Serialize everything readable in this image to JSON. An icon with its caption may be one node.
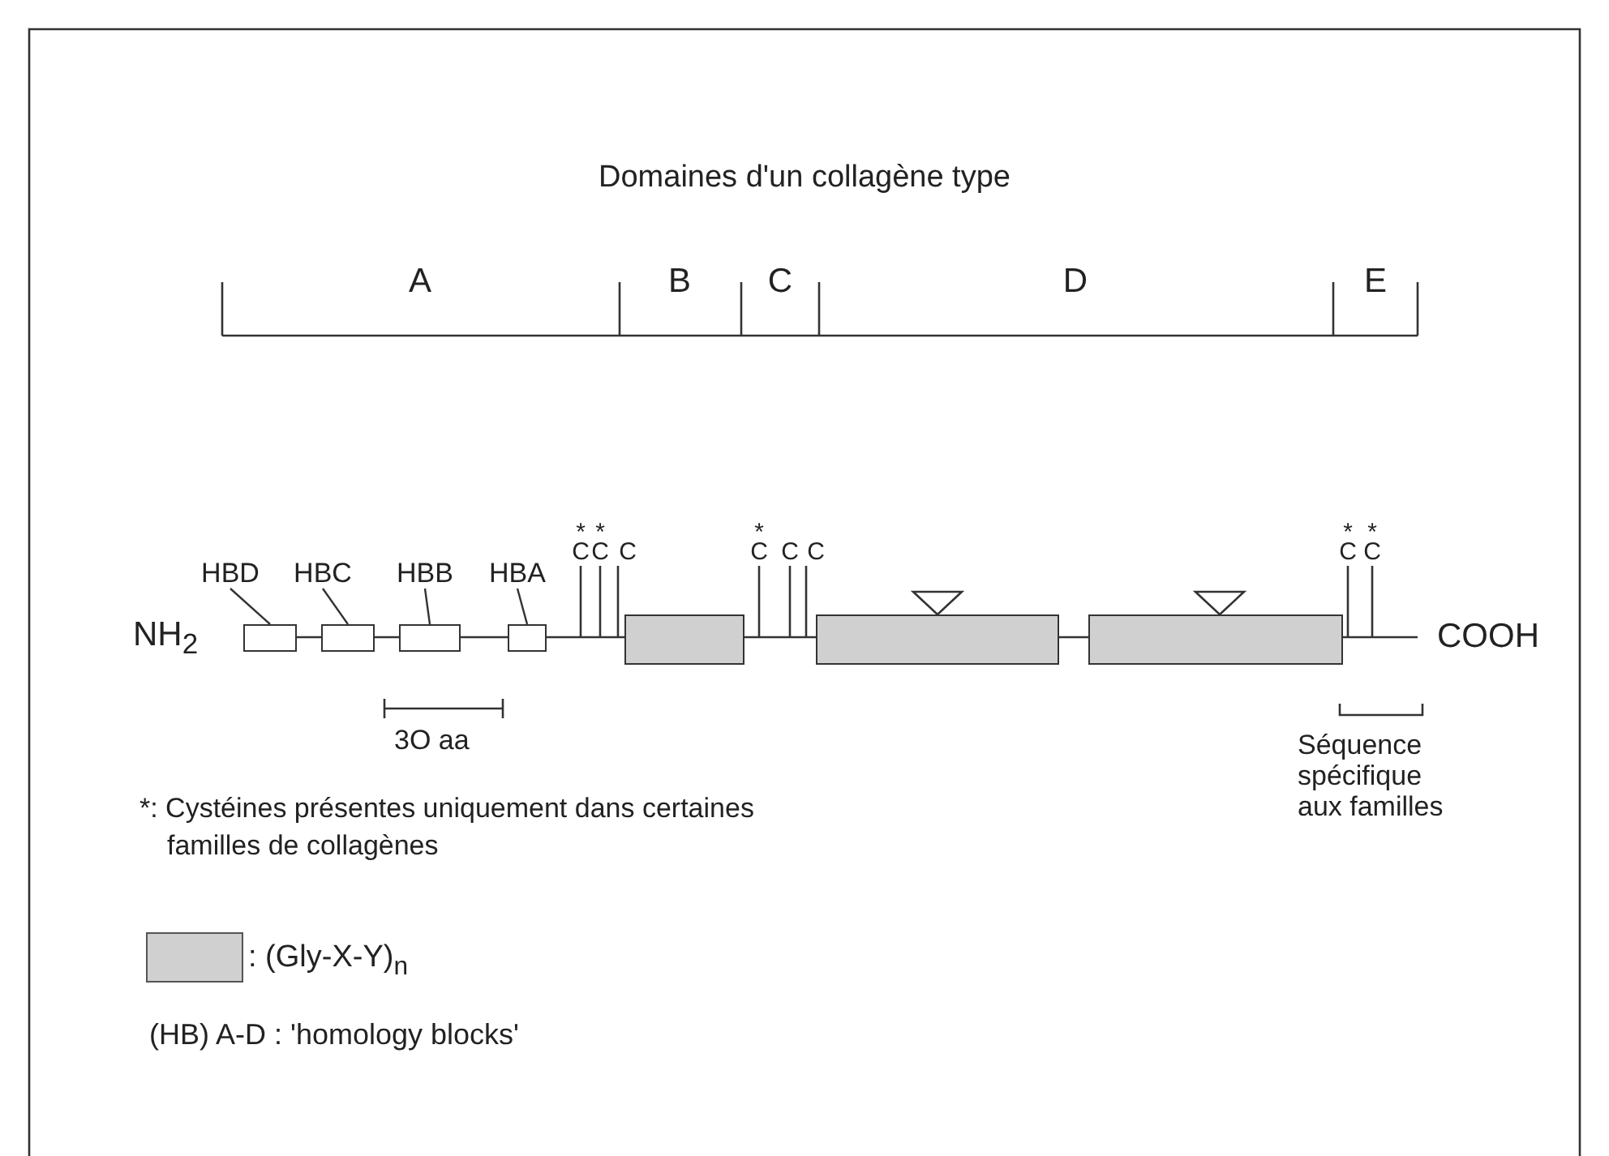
{
  "diagram": {
    "title": "Domaines d'un collagène type",
    "nodes": [
      {
        "text": [
          "HBD"
        ]
      },
      {
        "text": [
          "HBC"
        ]
      },
      {
        "text": [
          "HBB"
        ]
      },
      {
        "text": [
          "HBA"
        ]
      },
      {
        "text": [],
        "shape": "box"
      },
      {
        "text": [],
        "shape": "box"
      },
      {
        "text": [],
        "shape": "box"
      },
      {
        "text": [],
        "shape": "box"
      },
      {
        "text": [],
        "shape": "bar"
      },
      {
        "text": [],
        "shape": "bar"
      },
      {
        "text": [],
        "shape": "bar"
      }
    ],
    "edges": [
      {
        "from": 0,
        "to": 4,
        "arrow": "none"
      },
      {
        "from": 1,
        "to": 5,
        "arrow": "none"
      },
      {
        "from": 2,
        "to": 6,
        "arrow": "none"
      },
      {
        "from": 3,
        "to": 7,
        "arrow": "none"
      }
    ],
    "labels": [
      "A",
      "B",
      "C",
      "D",
      "E",
      "*",
      "*",
      "*",
      "*",
      "*",
      "C",
      "C",
      "C",
      "C",
      "C",
      "C",
      "C",
      "C",
      "NH$_{2}$",
      "COOH",
      "3O aa",
      "Séquence spécifique aux familles",
      "*: Cystéines présentes uniquement dans certaines familles de collagènes",
      "(HB) A-D : 'homology blocks'"
    ],
    "legend": [
      {
        "text": ": (Gly-X-Y)$_{n}$",
        "color": "#d0d0d0"
      }
    ]
  }
}
